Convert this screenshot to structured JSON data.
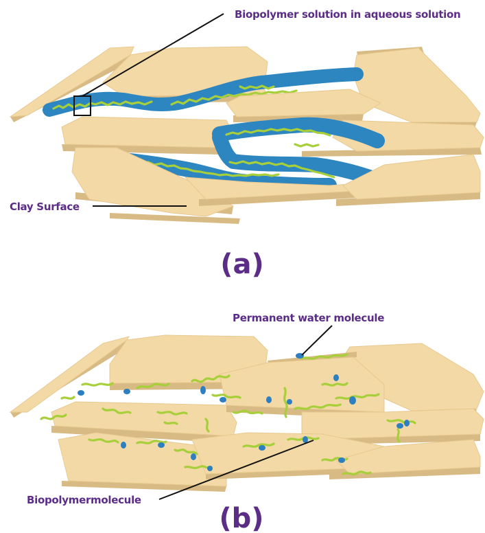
{
  "panel_a": {
    "label": "(a)",
    "callout_solution": "Biopolymer solution in aqueous solution",
    "callout_clay": "Clay Surface"
  },
  "panel_b": {
    "label": "(b)",
    "callout_water": "Permanent water molecule",
    "callout_biopolymer": "Biopolymermolecule"
  },
  "colors": {
    "clay": "#f2d9a6",
    "clay_edge": "#d8bb84",
    "water": "#2e86c1",
    "biopolymer": "#a6cf3a",
    "label_text": "#5b2d86"
  }
}
